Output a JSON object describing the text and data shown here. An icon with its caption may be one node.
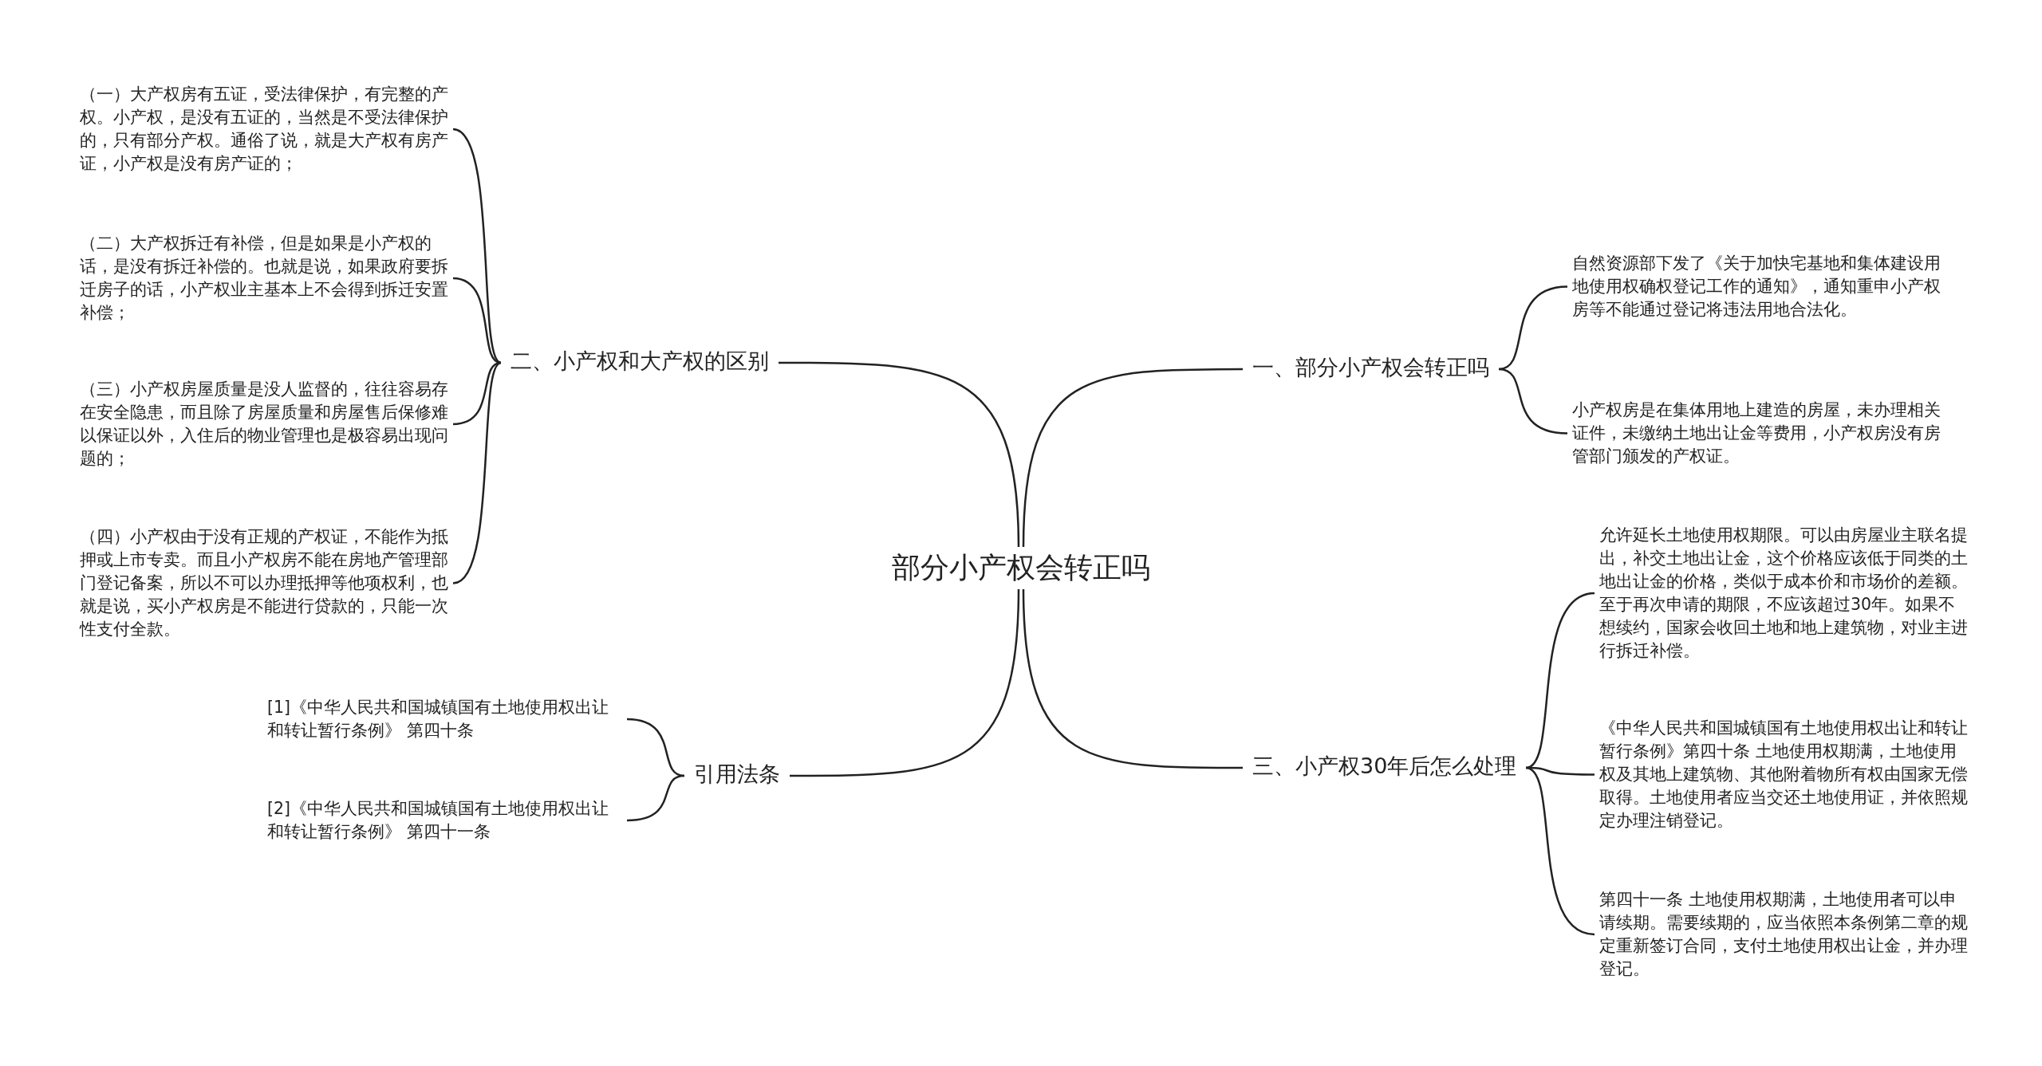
{
  "diagram": {
    "nodes": [
      {
        "text": [
          "部分小产权会转正吗"
        ]
      },
      {
        "text": [
          "一、部分小产权会转正吗"
        ]
      },
      {
        "text": [
          "自然资源部下发了《关于加快宅基地和集体建设用地使用权确权登记工作的通知》，通知重申小产权房等不能通过登记将违法用地合法化。"
        ]
      },
      {
        "text": [
          "小产权房是在集体用地上建造的房屋，未办理相关证件，未缴纳土地出让金等费用，小产权房没有房管部门颁发的产权证。"
        ]
      },
      {
        "text": [
          "二、小产权和大产权的区别"
        ]
      },
      {
        "text": [
          "（一）大产权房有五证，受法律保护，有完整的产权。小产权，是没有五证的，当然是不受法律保护的，只有部分产权。通俗了说，就是大产权有房产证，小产权是没有房产证的；"
        ]
      },
      {
        "text": [
          "（二）大产权拆迁有补偿，但是如果是小产权的话，是没有拆迁补偿的。也就是说，如果政府要拆迁房子的话，小产权业主基本上不会得到拆迁安置补偿；"
        ]
      },
      {
        "text": [
          "（三）小产权房屋质量是没人监督的，往往容易存在安全隐患，而且除了房屋质量和房屋售后保修难以保证以外，入住后的物业管理也是极容易出现问题的；"
        ]
      },
      {
        "text": [
          "（四）小产权由于没有正规的产权证，不能作为抵押或上市专卖。而且小产权房不能在房地产管理部门登记备案，所以不可以办理抵押等他项权利，也就是说，买小产权房是不能进行贷款的，只能一次性支付全款。"
        ]
      },
      {
        "text": [
          "三、小产权30年后怎么处理"
        ]
      },
      {
        "text": [
          "允许延长土地使用权期限。可以由房屋业主联名提出，补交土地出让金，这个价格应该低于同类的土地出让金的价格，类似于成本价和市场价的差额。至于再次申请的期限，不应该超过30年。如果不想续约，国家会收回土地和地上建筑物，对业主进行拆迁补偿。"
        ]
      },
      {
        "text": [
          "《中华人民共和国城镇国有土地使用权出让和转让暂行条例》第四十条 土地使用权期满，土地使用权及其地上建筑物、其他附着物所有权由国家无偿取得。土地使用者应当交还土地使用证，并依照规定办理注销登记。"
        ]
      },
      {
        "text": [
          "第四十一条 土地使用权期满，土地使用者可以申请续期。需要续期的，应当依照本条例第二章的规定重新签订合同，支付土地使用权出让金，并办理登记。"
        ]
      },
      {
        "text": [
          "引用法条"
        ]
      },
      {
        "text": [
          "[1]《中华人民共和国城镇国有土地使用权出让和转让暂行条例》 第四十条"
        ]
      },
      {
        "text": [
          "[2]《中华人民共和国城镇国有土地使用权出让和转让暂行条例》 第四十一条"
        ]
      }
    ],
    "edges": [
      {
        "from": 0,
        "to": 1,
        "arrow": "none"
      },
      {
        "from": 1,
        "to": 2,
        "arrow": "none"
      },
      {
        "from": 1,
        "to": 3,
        "arrow": "none"
      },
      {
        "from": 0,
        "to": 4,
        "arrow": "none"
      },
      {
        "from": 4,
        "to": 5,
        "arrow": "none"
      },
      {
        "from": 4,
        "to": 6,
        "arrow": "none"
      },
      {
        "from": 4,
        "to": 7,
        "arrow": "none"
      },
      {
        "from": 4,
        "to": 8,
        "arrow": "none"
      },
      {
        "from": 0,
        "to": 9,
        "arrow": "none"
      },
      {
        "from": 9,
        "to": 10,
        "arrow": "none"
      },
      {
        "from": 9,
        "to": 11,
        "arrow": "none"
      },
      {
        "from": 9,
        "to": 12,
        "arrow": "none"
      },
      {
        "from": 0,
        "to": 13,
        "arrow": "none"
      },
      {
        "from": 13,
        "to": 14,
        "arrow": "none"
      },
      {
        "from": 13,
        "to": 15,
        "arrow": "none"
      }
    ]
  }
}
